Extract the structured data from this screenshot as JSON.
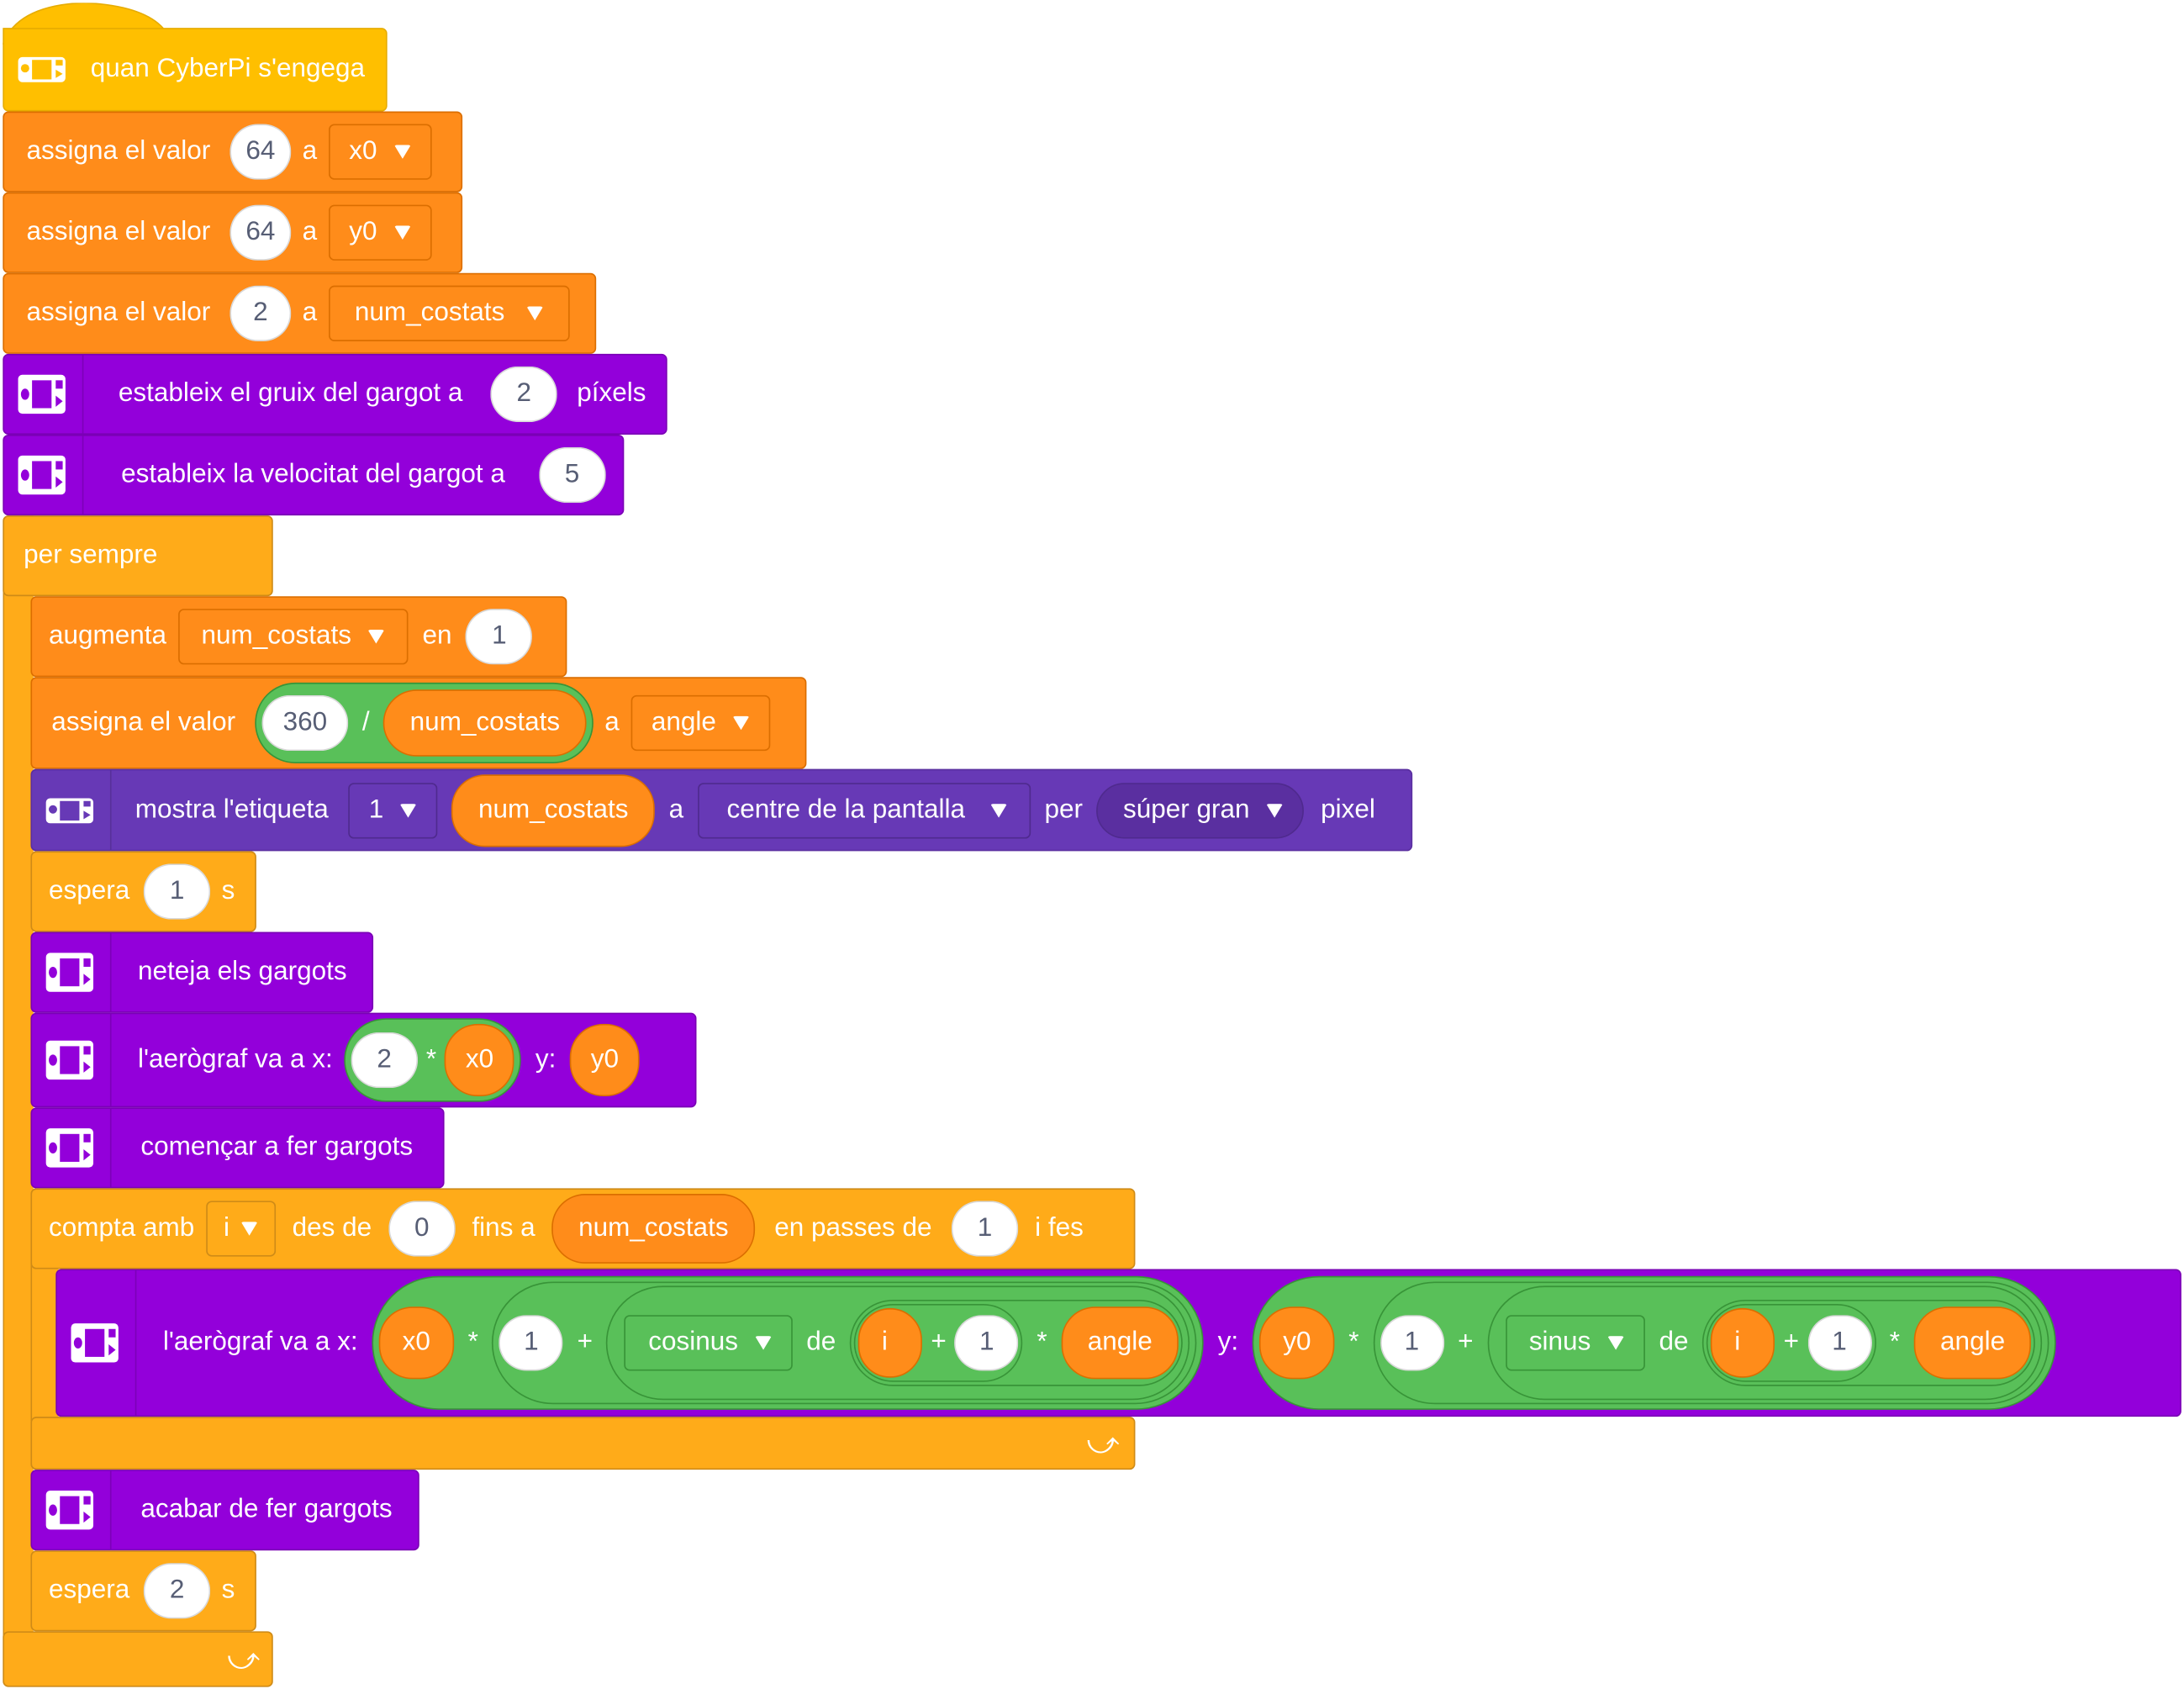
{
  "colors": {
    "events": "#FFBF00",
    "variables": "#FF8C1A",
    "pen": "#9300DA",
    "display": "#6739B6",
    "control": "#FFAB19",
    "operators": "#59C059"
  },
  "icons": {
    "cyberpi": "cyberpi-device-icon",
    "loop_arrow": "loop-arrow-icon",
    "dropdown": "dropdown-arrow-icon"
  },
  "hat": {
    "label": "quan CyberPi s'engega"
  },
  "set_x0": {
    "label": "assigna el valor",
    "value": "64",
    "a": "a",
    "var": "x0"
  },
  "set_y0": {
    "label": "assigna el valor",
    "value": "64",
    "a": "a",
    "var": "y0"
  },
  "set_sides": {
    "label": "assigna el valor",
    "value": "2",
    "a": "a",
    "var": "num_costats"
  },
  "pen_size": {
    "label": "estableix el gruix del gargot a",
    "value": "2",
    "unit": "píxels"
  },
  "pen_speed": {
    "label": "estableix la velocitat del gargot a",
    "value": "5"
  },
  "forever": {
    "label": "per sempre"
  },
  "change_sides": {
    "label": "augmenta",
    "var": "num_costats",
    "en": "en",
    "value": "1"
  },
  "set_angle": {
    "label": "assigna el valor",
    "num": "360",
    "op": "/",
    "reporter": "num_costats",
    "a": "a",
    "var": "angle"
  },
  "show_label": {
    "label": "mostra l'etiqueta",
    "index": "1",
    "reporter": "num_costats",
    "a": "a",
    "position": "centre de la pantalla",
    "per": "per",
    "size": "súper gran",
    "unit": "pixel"
  },
  "wait1": {
    "label": "espera",
    "value": "1",
    "unit": "s"
  },
  "clear": {
    "label": "neteja els gargots"
  },
  "goto1": {
    "label": "l'aerògraf va a x:",
    "num": "2",
    "op": "*",
    "xvar": "x0",
    "ylabel": "y:",
    "yvar": "y0"
  },
  "pen_down": {
    "label": "començar a fer gargots"
  },
  "for_loop": {
    "label": "compta amb",
    "var": "i",
    "from_label": "des de",
    "from": "0",
    "to_label": "fins a",
    "to": "num_costats",
    "step_label": "en passes de",
    "step": "1",
    "do_label": "i fes"
  },
  "goto2": {
    "label": "l'aerògraf va a x:",
    "x": {
      "base": "x0",
      "mul": "*",
      "one": "1",
      "plus": "+",
      "func": "cosinus",
      "de": "de",
      "i": "i",
      "plus2": "+",
      "one2": "1",
      "mul2": "*",
      "angle": "angle"
    },
    "ylabel": "y:",
    "y": {
      "base": "y0",
      "mul": "*",
      "one": "1",
      "plus": "+",
      "func": "sinus",
      "de": "de",
      "i": "i",
      "plus2": "+",
      "one2": "1",
      "mul2": "*",
      "angle": "angle"
    }
  },
  "pen_up": {
    "label": "acabar de fer gargots"
  },
  "wait2": {
    "label": "espera",
    "value": "2",
    "unit": "s"
  }
}
